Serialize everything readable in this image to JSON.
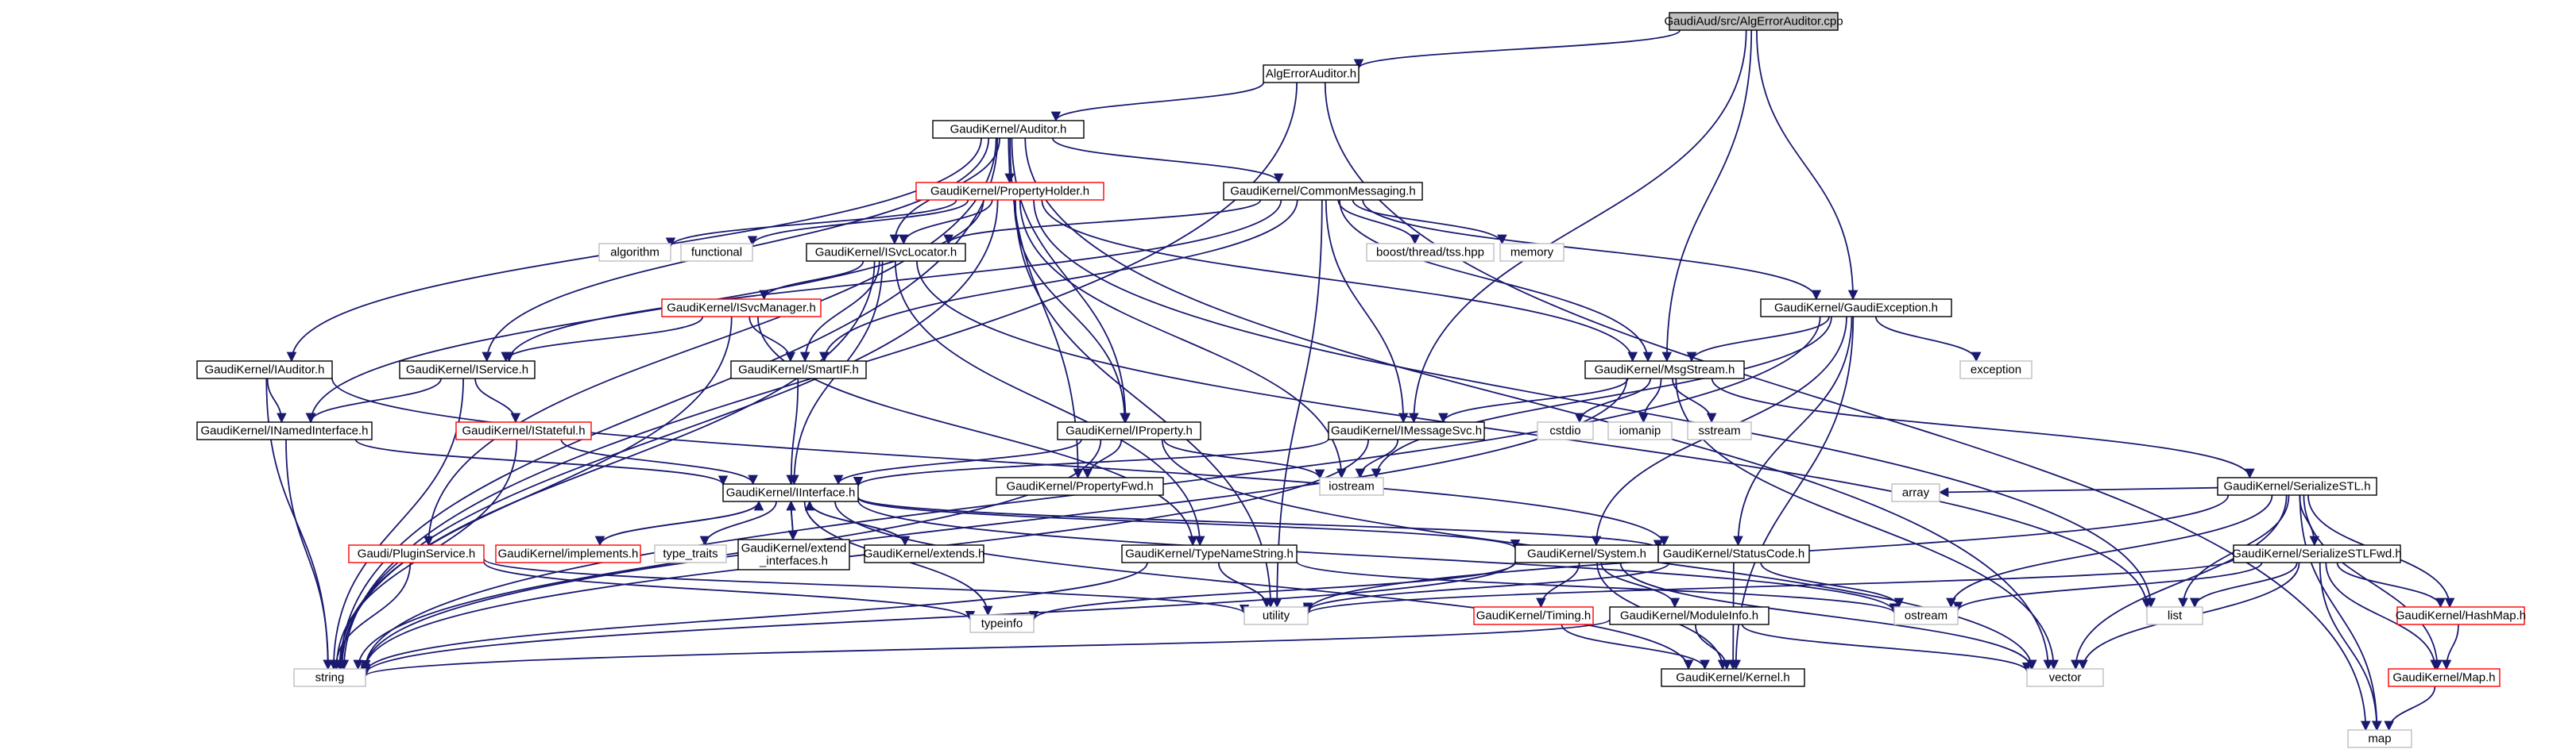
{
  "nodes": [
    {
      "id": "root",
      "kind": "root",
      "lines": [
        "GaudiAud/src/AlgErrorAuditor.cpp"
      ]
    },
    {
      "id": "algerr",
      "kind": "normal",
      "lines": [
        "AlgErrorAuditor.h"
      ]
    },
    {
      "id": "auditor",
      "kind": "normal",
      "lines": [
        "GaudiKernel/Auditor.h"
      ]
    },
    {
      "id": "propholder",
      "kind": "trunc",
      "lines": [
        "GaudiKernel/PropertyHolder.h"
      ]
    },
    {
      "id": "commsg",
      "kind": "normal",
      "lines": [
        "GaudiKernel/CommonMessaging.h"
      ]
    },
    {
      "id": "algorithm",
      "kind": "sys",
      "lines": [
        "algorithm"
      ]
    },
    {
      "id": "functional",
      "kind": "sys",
      "lines": [
        "functional"
      ]
    },
    {
      "id": "isvcloc",
      "kind": "normal",
      "lines": [
        "GaudiKernel/ISvcLocator.h"
      ]
    },
    {
      "id": "tss",
      "kind": "sys",
      "lines": [
        "boost/thread/tss.hpp"
      ]
    },
    {
      "id": "memory",
      "kind": "sys",
      "lines": [
        "memory"
      ]
    },
    {
      "id": "gexc",
      "kind": "normal",
      "lines": [
        "GaudiKernel/GaudiException.h"
      ]
    },
    {
      "id": "exception",
      "kind": "sys",
      "lines": [
        "exception"
      ]
    },
    {
      "id": "isvcmgr",
      "kind": "trunc",
      "lines": [
        "GaudiKernel/ISvcManager.h"
      ]
    },
    {
      "id": "iauditor",
      "kind": "normal",
      "lines": [
        "GaudiKernel/IAuditor.h"
      ]
    },
    {
      "id": "iservice",
      "kind": "normal",
      "lines": [
        "GaudiKernel/IService.h"
      ]
    },
    {
      "id": "smartif",
      "kind": "normal",
      "lines": [
        "GaudiKernel/SmartIF.h"
      ]
    },
    {
      "id": "msgstream",
      "kind": "normal",
      "lines": [
        "GaudiKernel/MsgStream.h"
      ]
    },
    {
      "id": "inamed",
      "kind": "normal",
      "lines": [
        "GaudiKernel/INamedInterface.h"
      ]
    },
    {
      "id": "istateful",
      "kind": "trunc",
      "lines": [
        "GaudiKernel/IStateful.h"
      ]
    },
    {
      "id": "iproperty",
      "kind": "normal",
      "lines": [
        "GaudiKernel/IProperty.h"
      ]
    },
    {
      "id": "imsgsvc",
      "kind": "normal",
      "lines": [
        "GaudiKernel/IMessageSvc.h"
      ]
    },
    {
      "id": "cstdio",
      "kind": "sys",
      "lines": [
        "cstdio"
      ]
    },
    {
      "id": "iomanip",
      "kind": "sys",
      "lines": [
        "iomanip"
      ]
    },
    {
      "id": "sstream",
      "kind": "sys",
      "lines": [
        "sstream"
      ]
    },
    {
      "id": "propfwd",
      "kind": "normal",
      "lines": [
        "GaudiKernel/PropertyFwd.h"
      ]
    },
    {
      "id": "iostream",
      "kind": "sys",
      "lines": [
        "iostream"
      ]
    },
    {
      "id": "serstl",
      "kind": "normal",
      "lines": [
        "GaudiKernel/SerializeSTL.h"
      ]
    },
    {
      "id": "iinterface",
      "kind": "normal",
      "lines": [
        "GaudiKernel/IInterface.h"
      ]
    },
    {
      "id": "pluginsvc",
      "kind": "trunc",
      "lines": [
        "Gaudi/PluginService.h"
      ]
    },
    {
      "id": "implements",
      "kind": "trunc",
      "lines": [
        "GaudiKernel/implements.h"
      ]
    },
    {
      "id": "typetraits",
      "kind": "sys",
      "lines": [
        "type_traits"
      ]
    },
    {
      "id": "extendif",
      "kind": "normal",
      "lines": [
        "GaudiKernel/extend",
        "_interfaces.h"
      ]
    },
    {
      "id": "extends",
      "kind": "normal",
      "lines": [
        "GaudiKernel/extends.h"
      ]
    },
    {
      "id": "typenamestr",
      "kind": "normal",
      "lines": [
        "GaudiKernel/TypeNameString.h"
      ]
    },
    {
      "id": "system",
      "kind": "normal",
      "lines": [
        "GaudiKernel/System.h"
      ]
    },
    {
      "id": "statuscode",
      "kind": "normal",
      "lines": [
        "GaudiKernel/StatusCode.h"
      ]
    },
    {
      "id": "array",
      "kind": "sys",
      "lines": [
        "array"
      ]
    },
    {
      "id": "serstlfwd",
      "kind": "normal",
      "lines": [
        "GaudiKernel/SerializeSTLFwd.h"
      ]
    },
    {
      "id": "list",
      "kind": "sys",
      "lines": [
        "list"
      ]
    },
    {
      "id": "typeinfo",
      "kind": "sys",
      "lines": [
        "typeinfo"
      ]
    },
    {
      "id": "utility",
      "kind": "sys",
      "lines": [
        "utility"
      ]
    },
    {
      "id": "ostream",
      "kind": "sys",
      "lines": [
        "ostream"
      ]
    },
    {
      "id": "timing",
      "kind": "trunc",
      "lines": [
        "GaudiKernel/Timing.h"
      ]
    },
    {
      "id": "modinfo",
      "kind": "normal",
      "lines": [
        "GaudiKernel/ModuleInfo.h"
      ]
    },
    {
      "id": "hashmap",
      "kind": "trunc",
      "lines": [
        "GaudiKernel/HashMap.h"
      ]
    },
    {
      "id": "map_h",
      "kind": "trunc",
      "lines": [
        "GaudiKernel/Map.h"
      ]
    },
    {
      "id": "string",
      "kind": "sys",
      "lines": [
        "string"
      ]
    },
    {
      "id": "kernel",
      "kind": "normal",
      "lines": [
        "GaudiKernel/Kernel.h"
      ]
    },
    {
      "id": "vector",
      "kind": "sys",
      "lines": [
        "vector"
      ]
    },
    {
      "id": "map",
      "kind": "sys",
      "lines": [
        "map"
      ]
    }
  ],
  "edges": [
    [
      "root",
      "algerr"
    ],
    [
      "root",
      "imsgsvc"
    ],
    [
      "root",
      "msgstream"
    ],
    [
      "root",
      "gexc"
    ],
    [
      "algerr",
      "auditor"
    ],
    [
      "algerr",
      "string"
    ],
    [
      "algerr",
      "map"
    ],
    [
      "auditor",
      "propholder"
    ],
    [
      "auditor",
      "commsg"
    ],
    [
      "auditor",
      "isvcloc"
    ],
    [
      "auditor",
      "iauditor"
    ],
    [
      "auditor",
      "iservice"
    ],
    [
      "auditor",
      "iproperty"
    ],
    [
      "auditor",
      "propfwd"
    ],
    [
      "auditor",
      "pluginsvc"
    ],
    [
      "auditor",
      "string"
    ],
    [
      "auditor",
      "vector"
    ],
    [
      "propholder",
      "algorithm"
    ],
    [
      "propholder",
      "functional"
    ],
    [
      "propholder",
      "isvcloc"
    ],
    [
      "propholder",
      "iproperty"
    ],
    [
      "propholder",
      "inamed"
    ],
    [
      "propholder",
      "msgstream"
    ],
    [
      "propholder",
      "iostream"
    ],
    [
      "propholder",
      "string"
    ],
    [
      "propholder",
      "utility"
    ],
    [
      "propholder",
      "list"
    ],
    [
      "commsg",
      "tss"
    ],
    [
      "commsg",
      "memory"
    ],
    [
      "commsg",
      "isvcloc"
    ],
    [
      "commsg",
      "gexc"
    ],
    [
      "commsg",
      "iservice"
    ],
    [
      "commsg",
      "smartif"
    ],
    [
      "commsg",
      "msgstream"
    ],
    [
      "commsg",
      "imsgsvc"
    ],
    [
      "commsg",
      "utility"
    ],
    [
      "isvcloc",
      "isvcmgr"
    ],
    [
      "isvcloc",
      "smartif"
    ],
    [
      "isvcloc",
      "iinterface"
    ],
    [
      "isvcloc",
      "typenamestr"
    ],
    [
      "isvcloc",
      "string"
    ],
    [
      "isvcloc",
      "list"
    ],
    [
      "isvcmgr",
      "iservice"
    ],
    [
      "isvcmgr",
      "smartif"
    ],
    [
      "isvcmgr",
      "typenamestr"
    ],
    [
      "isvcmgr",
      "string"
    ],
    [
      "gexc",
      "msgstream"
    ],
    [
      "gexc",
      "exception"
    ],
    [
      "gexc",
      "iostream"
    ],
    [
      "gexc",
      "system"
    ],
    [
      "gexc",
      "statuscode"
    ],
    [
      "gexc",
      "kernel"
    ],
    [
      "gexc",
      "string"
    ],
    [
      "iauditor",
      "inamed"
    ],
    [
      "iauditor",
      "string"
    ],
    [
      "iauditor",
      "statuscode"
    ],
    [
      "iservice",
      "inamed"
    ],
    [
      "iservice",
      "istateful"
    ],
    [
      "iservice",
      "string"
    ],
    [
      "smartif",
      "iinterface"
    ],
    [
      "msgstream",
      "imsgsvc"
    ],
    [
      "msgstream",
      "cstdio"
    ],
    [
      "msgstream",
      "iomanip"
    ],
    [
      "msgstream",
      "sstream"
    ],
    [
      "msgstream",
      "serstl"
    ],
    [
      "msgstream",
      "string"
    ],
    [
      "msgstream",
      "vector"
    ],
    [
      "inamed",
      "iinterface"
    ],
    [
      "inamed",
      "string"
    ],
    [
      "istateful",
      "iinterface"
    ],
    [
      "istateful",
      "string"
    ],
    [
      "iproperty",
      "iinterface"
    ],
    [
      "iproperty",
      "propfwd"
    ],
    [
      "iproperty",
      "iostream"
    ],
    [
      "iproperty",
      "string"
    ],
    [
      "iproperty",
      "vector"
    ],
    [
      "imsgsvc",
      "iinterface"
    ],
    [
      "imsgsvc",
      "iostream"
    ],
    [
      "imsgsvc",
      "string"
    ],
    [
      "iinterface",
      "implements"
    ],
    [
      "iinterface",
      "typetraits"
    ],
    [
      "iinterface",
      "extendif"
    ],
    [
      "iinterface",
      "extends"
    ],
    [
      "iinterface",
      "system"
    ],
    [
      "iinterface",
      "statuscode"
    ],
    [
      "iinterface",
      "kernel"
    ],
    [
      "iinterface",
      "typeinfo"
    ],
    [
      "iinterface",
      "ostream"
    ],
    [
      "implements",
      "iinterface"
    ],
    [
      "extendif",
      "iinterface"
    ],
    [
      "extends",
      "iinterface"
    ],
    [
      "pluginsvc",
      "typeinfo"
    ],
    [
      "pluginsvc",
      "utility"
    ],
    [
      "pluginsvc",
      "string"
    ],
    [
      "typenamestr",
      "utility"
    ],
    [
      "typenamestr",
      "string"
    ],
    [
      "typenamestr",
      "ostream"
    ],
    [
      "system",
      "typeinfo"
    ],
    [
      "system",
      "timing"
    ],
    [
      "system",
      "modinfo"
    ],
    [
      "system",
      "kernel"
    ],
    [
      "system",
      "string"
    ],
    [
      "system",
      "vector"
    ],
    [
      "statuscode",
      "ostream"
    ],
    [
      "statuscode",
      "utility"
    ],
    [
      "statuscode",
      "kernel"
    ],
    [
      "serstl",
      "array"
    ],
    [
      "serstl",
      "list"
    ],
    [
      "serstl",
      "map"
    ],
    [
      "serstl",
      "ostream"
    ],
    [
      "serstl",
      "utility"
    ],
    [
      "serstl",
      "vector"
    ],
    [
      "serstl",
      "serstlfwd"
    ],
    [
      "serstl",
      "hashmap"
    ],
    [
      "serstl",
      "map_h"
    ],
    [
      "serstlfwd",
      "list"
    ],
    [
      "serstlfwd",
      "map"
    ],
    [
      "serstlfwd",
      "utility"
    ],
    [
      "serstlfwd",
      "vector"
    ],
    [
      "serstlfwd",
      "hashmap"
    ],
    [
      "serstlfwd",
      "map_h"
    ],
    [
      "serstlfwd",
      "ostream"
    ],
    [
      "timing",
      "kernel"
    ],
    [
      "modinfo",
      "kernel"
    ],
    [
      "modinfo",
      "string"
    ],
    [
      "modinfo",
      "vector"
    ],
    [
      "hashmap",
      "map_h"
    ],
    [
      "map_h",
      "map"
    ]
  ]
}
